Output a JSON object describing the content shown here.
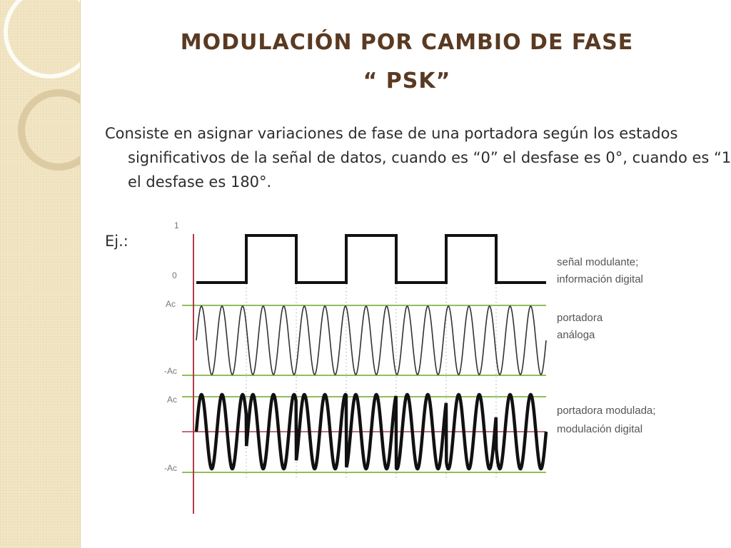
{
  "slide": {
    "title_line1": "MODULACIÓN POR CAMBIO DE FASE",
    "title_line2": "“ PSK”",
    "body": "Consiste en asignar variaciones de fase de una portadora según los estados significativos de la señal de datos, cuando es  “0” el desfase es 0°, cuando es  “1”  el desfase es  180°.",
    "example_label": "Ej.:"
  },
  "diagram": {
    "axis_labels": {
      "one": "1",
      "zero": "0",
      "carrier_pos": "Ac",
      "carrier_neg": "-Ac",
      "mod_pos": "Ac",
      "mod_neg": "-Ac"
    },
    "legend": {
      "modulating_1": "señal modulante;",
      "modulating_2": "información digital",
      "carrier_1": "portadora",
      "carrier_2": "análoga",
      "modulated_1": "portadora modulada;",
      "modulated_2": "modulación digital"
    },
    "bits": [
      0,
      1,
      0,
      1,
      0,
      1,
      0
    ],
    "carrier_cycles": 17,
    "colors": {
      "title": "#5a3a22",
      "axis": "#b03a4a",
      "guide": "#8ec05a",
      "signal": "#111111",
      "panel": "#f2e6c4"
    }
  }
}
